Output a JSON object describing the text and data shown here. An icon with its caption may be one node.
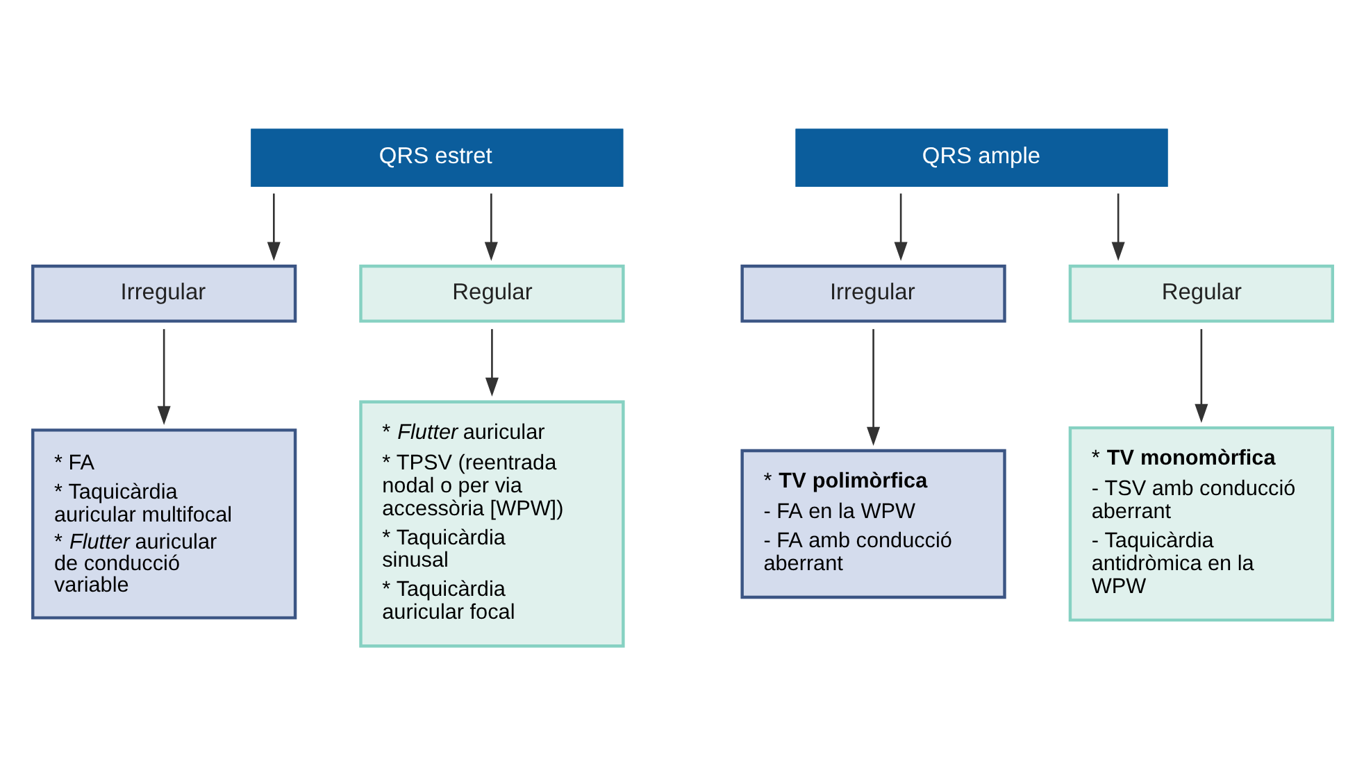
{
  "diagram": {
    "nodes": [
      {
        "text": [
          "QRS estret"
        ]
      },
      {
        "text": [
          "Irregular"
        ]
      },
      {
        "text": [
          "Regular"
        ]
      },
      {
        "text": [
          "* FA",
          "* Taquicàrdia auricular multifocal",
          "* *Flutter* auricular de conducció variable"
        ]
      },
      {
        "text": [
          "* *Flutter* auricular",
          "* TPSV (reentrada nodal o per via accessòria [WPW])",
          "* Taquicàrdia sinusal",
          "* Taquicàrdia auricular focal"
        ]
      },
      {
        "text": [
          "QRS ample"
        ]
      },
      {
        "text": [
          "Irregular"
        ]
      },
      {
        "text": [
          "Regular"
        ]
      },
      {
        "text": [
          "* **TV polimòrfica**",
          "- FA en la WPW",
          "- FA amb conducció aberrant"
        ]
      },
      {
        "text": [
          "* **TV monomòrfica**",
          "- TSV amb conducció aberrant",
          "- Taquicàrdia antidròmica en la WPW"
        ]
      }
    ],
    "edges": [
      {
        "from": 0,
        "to": 1,
        "arrow": "to"
      },
      {
        "from": 0,
        "to": 2,
        "arrow": "to"
      },
      {
        "from": 1,
        "to": 3,
        "arrow": "to"
      },
      {
        "from": 2,
        "to": 4,
        "arrow": "to"
      },
      {
        "from": 5,
        "to": 6,
        "arrow": "to"
      },
      {
        "from": 5,
        "to": 7,
        "arrow": "to"
      },
      {
        "from": 6,
        "to": 8,
        "arrow": "to"
      },
      {
        "from": 7,
        "to": 9,
        "arrow": "to"
      }
    ]
  }
}
